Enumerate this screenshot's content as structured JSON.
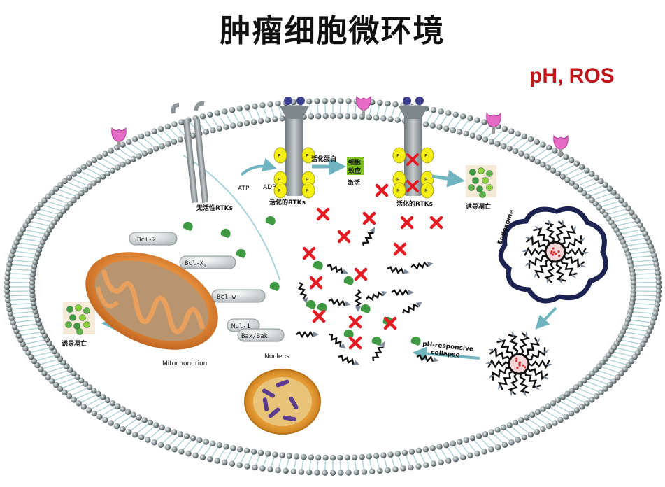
{
  "title": "肿瘤细胞微环境",
  "top_right_label": "pH, ROS",
  "labels": {
    "inactive_rtks": "无活性RTKs",
    "active_rtks_1": "活化的RTKs",
    "active_rtks_2": "活化的RTKs",
    "atp": "ATP",
    "adp": "ADP",
    "activated_protein": "活化蛋白",
    "cell_effect_1": "细胞",
    "cell_effect_2": "效应",
    "activation": "激活",
    "apoptosis_right": "诱导凋亡",
    "apoptosis_left": "诱导凋亡",
    "mitochondrion": "Mitochondrion",
    "nucleus": "Nucleus",
    "endosome": "Endosome",
    "ph_collapse_1": "pH-responsive",
    "ph_collapse_2": "collapse",
    "phospho": "P",
    "bcl2": "Bcl-2",
    "bclxl_main": "Bcl-X",
    "bclxl_sub": "L",
    "bclw": "Bcl-w",
    "mcl1": "Mcl-1",
    "baxbak": "Bax/Bak"
  },
  "colors": {
    "title": "#111111",
    "ph_ros": "#c0161b",
    "membrane_bead": "#7d8a8c",
    "membrane_tail": "#a9cfd4",
    "receptor": "#8e9699",
    "receptor_head": "#3b3f8f",
    "phospho": "#f4ee14",
    "effect_box": "#7fc41c",
    "inhibitor_x": "#e31b23",
    "arrow": "#6fb4bf",
    "drug": "#3f9a43",
    "mito": "#d9762c"
  }
}
